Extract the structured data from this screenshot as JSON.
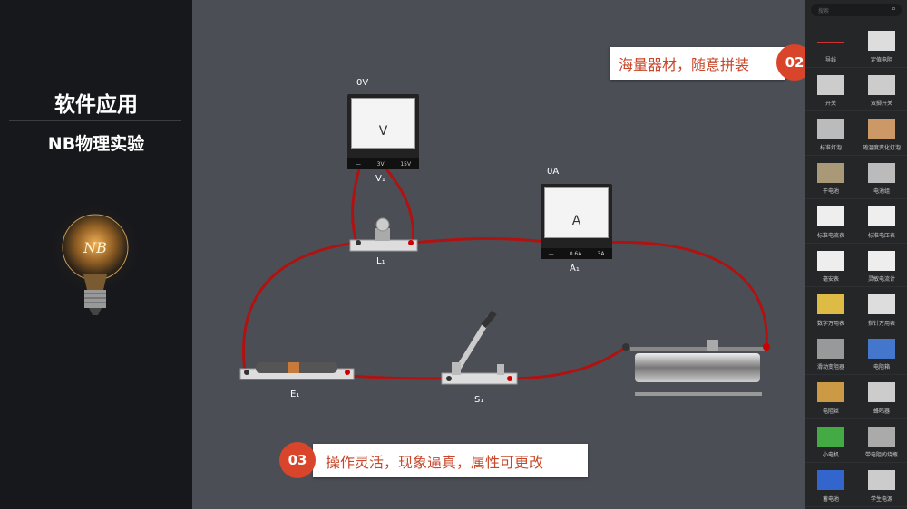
{
  "left": {
    "title": "软件应用",
    "subtitle": "NB物理实验",
    "bulb_text": "NB"
  },
  "canvas": {
    "voltmeter": {
      "reading": "0V",
      "name": "V₁",
      "symbol": "V",
      "terminals": [
        "—",
        "3V",
        "15V"
      ]
    },
    "ammeter": {
      "reading": "0A",
      "name": "A₁",
      "symbol": "A",
      "terminals": [
        "—",
        "0.6A",
        "3A"
      ]
    },
    "lamp": {
      "name": "L₁"
    },
    "battery": {
      "name": "E₁"
    },
    "switch": {
      "name": "S₁"
    },
    "wire_color": "#b01212"
  },
  "callouts": [
    {
      "num": "02",
      "text": "海量器材，随意拼装"
    },
    {
      "num": "03",
      "text": "操作灵活，现象逼真，属性可更改"
    }
  ],
  "palette": {
    "search_placeholder": "搜索",
    "items": [
      "导线",
      "定值电阻",
      "开关",
      "双掷开关",
      "标准灯泡",
      "随温度变化灯泡",
      "干电池",
      "电池组",
      "标准电流表",
      "标准电压表",
      "毫安表",
      "灵敏电流计",
      "数字万用表",
      "指针万用表",
      "滑动变阻器",
      "电阻箱",
      "电阻丝",
      "蜂鸣器",
      "小电机",
      "带电阻的烧瓶",
      "蓄电池",
      "学生电源"
    ]
  }
}
